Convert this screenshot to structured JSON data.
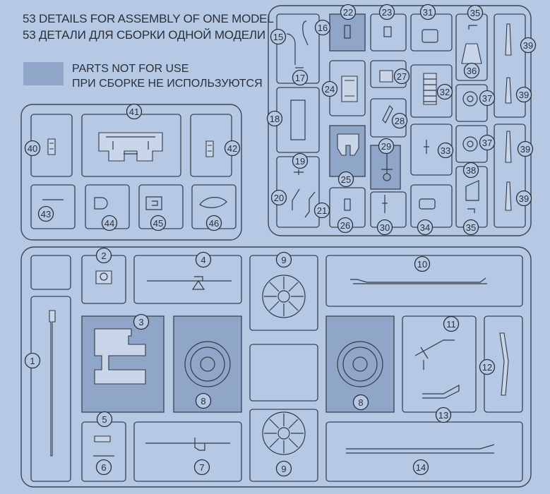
{
  "header": {
    "line_en": "53 DETAILS FOR ASSEMBLY OF ONE MODEL",
    "line_ru": "53 ДЕТАЛИ ДЛЯ СБОРКИ ОДНОЙ МОДЕЛИ"
  },
  "legend": {
    "swatch_color": "#8fa6c8",
    "line_en": "PARTS NOT FOR USE",
    "line_ru": "ПРИ СБОРКЕ НЕ ИСПОЛЬЗУЮТСЯ"
  },
  "colors": {
    "background": "#b5c9e4",
    "line": "#3c4350"
  },
  "sprues": {
    "top_left_labels": [
      "40",
      "41",
      "42",
      "43",
      "44",
      "45",
      "46"
    ],
    "top_right_labels": [
      "15",
      "16",
      "17",
      "18",
      "19",
      "20",
      "21",
      "22",
      "23",
      "24",
      "25",
      "26",
      "27",
      "28",
      "29",
      "30",
      "31",
      "32",
      "33",
      "34",
      "35",
      "36",
      "37",
      "37",
      "38",
      "35",
      "39",
      "39",
      "39",
      "39"
    ],
    "bottom_labels": [
      "1",
      "2",
      "3",
      "4",
      "5",
      "6",
      "7",
      "8",
      "8",
      "9",
      "9",
      "10",
      "11",
      "12",
      "13",
      "14"
    ]
  },
  "unused_parts": [
    "22",
    "25",
    "29",
    "3",
    "8",
    "8"
  ]
}
